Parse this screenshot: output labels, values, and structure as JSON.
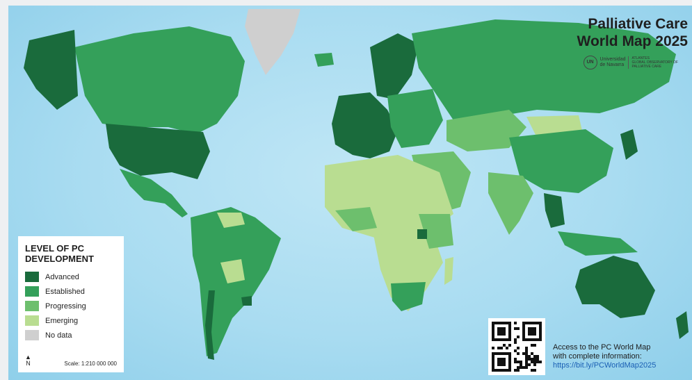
{
  "title": {
    "line1": "Palliative Care",
    "line2": "World Map 2025"
  },
  "institution": {
    "seal": "UN",
    "name_line1": "Universidad",
    "name_line2": "de Navarra",
    "unit_line1": "ATLANTES",
    "unit_line2": "GLOBAL OBSERVATORY OF",
    "unit_line3": "PALLIATIVE CARE"
  },
  "legend": {
    "title": "LEVEL OF PC\nDEVELOPMENT",
    "items": [
      {
        "label": "Advanced",
        "color": "#1a6b3c"
      },
      {
        "label": "Established",
        "color": "#34a05a"
      },
      {
        "label": "Progressing",
        "color": "#6dbf6d"
      },
      {
        "label": "Emerging",
        "color": "#b9dd91"
      },
      {
        "label": "No data",
        "color": "#cfcfcf"
      }
    ],
    "north": "N",
    "scale": "Scale: 1:210 000 000"
  },
  "access": {
    "line1": "Access to the PC World Map",
    "line2": "with complete information:",
    "url": "https://bit.ly/PCWorldMap2025"
  },
  "colors": {
    "ocean": "#a9dcf1",
    "advanced": "#1a6b3c",
    "established": "#34a05a",
    "progressing": "#6dbf6d",
    "emerging": "#b9dd91",
    "nodata": "#cfcfcf"
  }
}
